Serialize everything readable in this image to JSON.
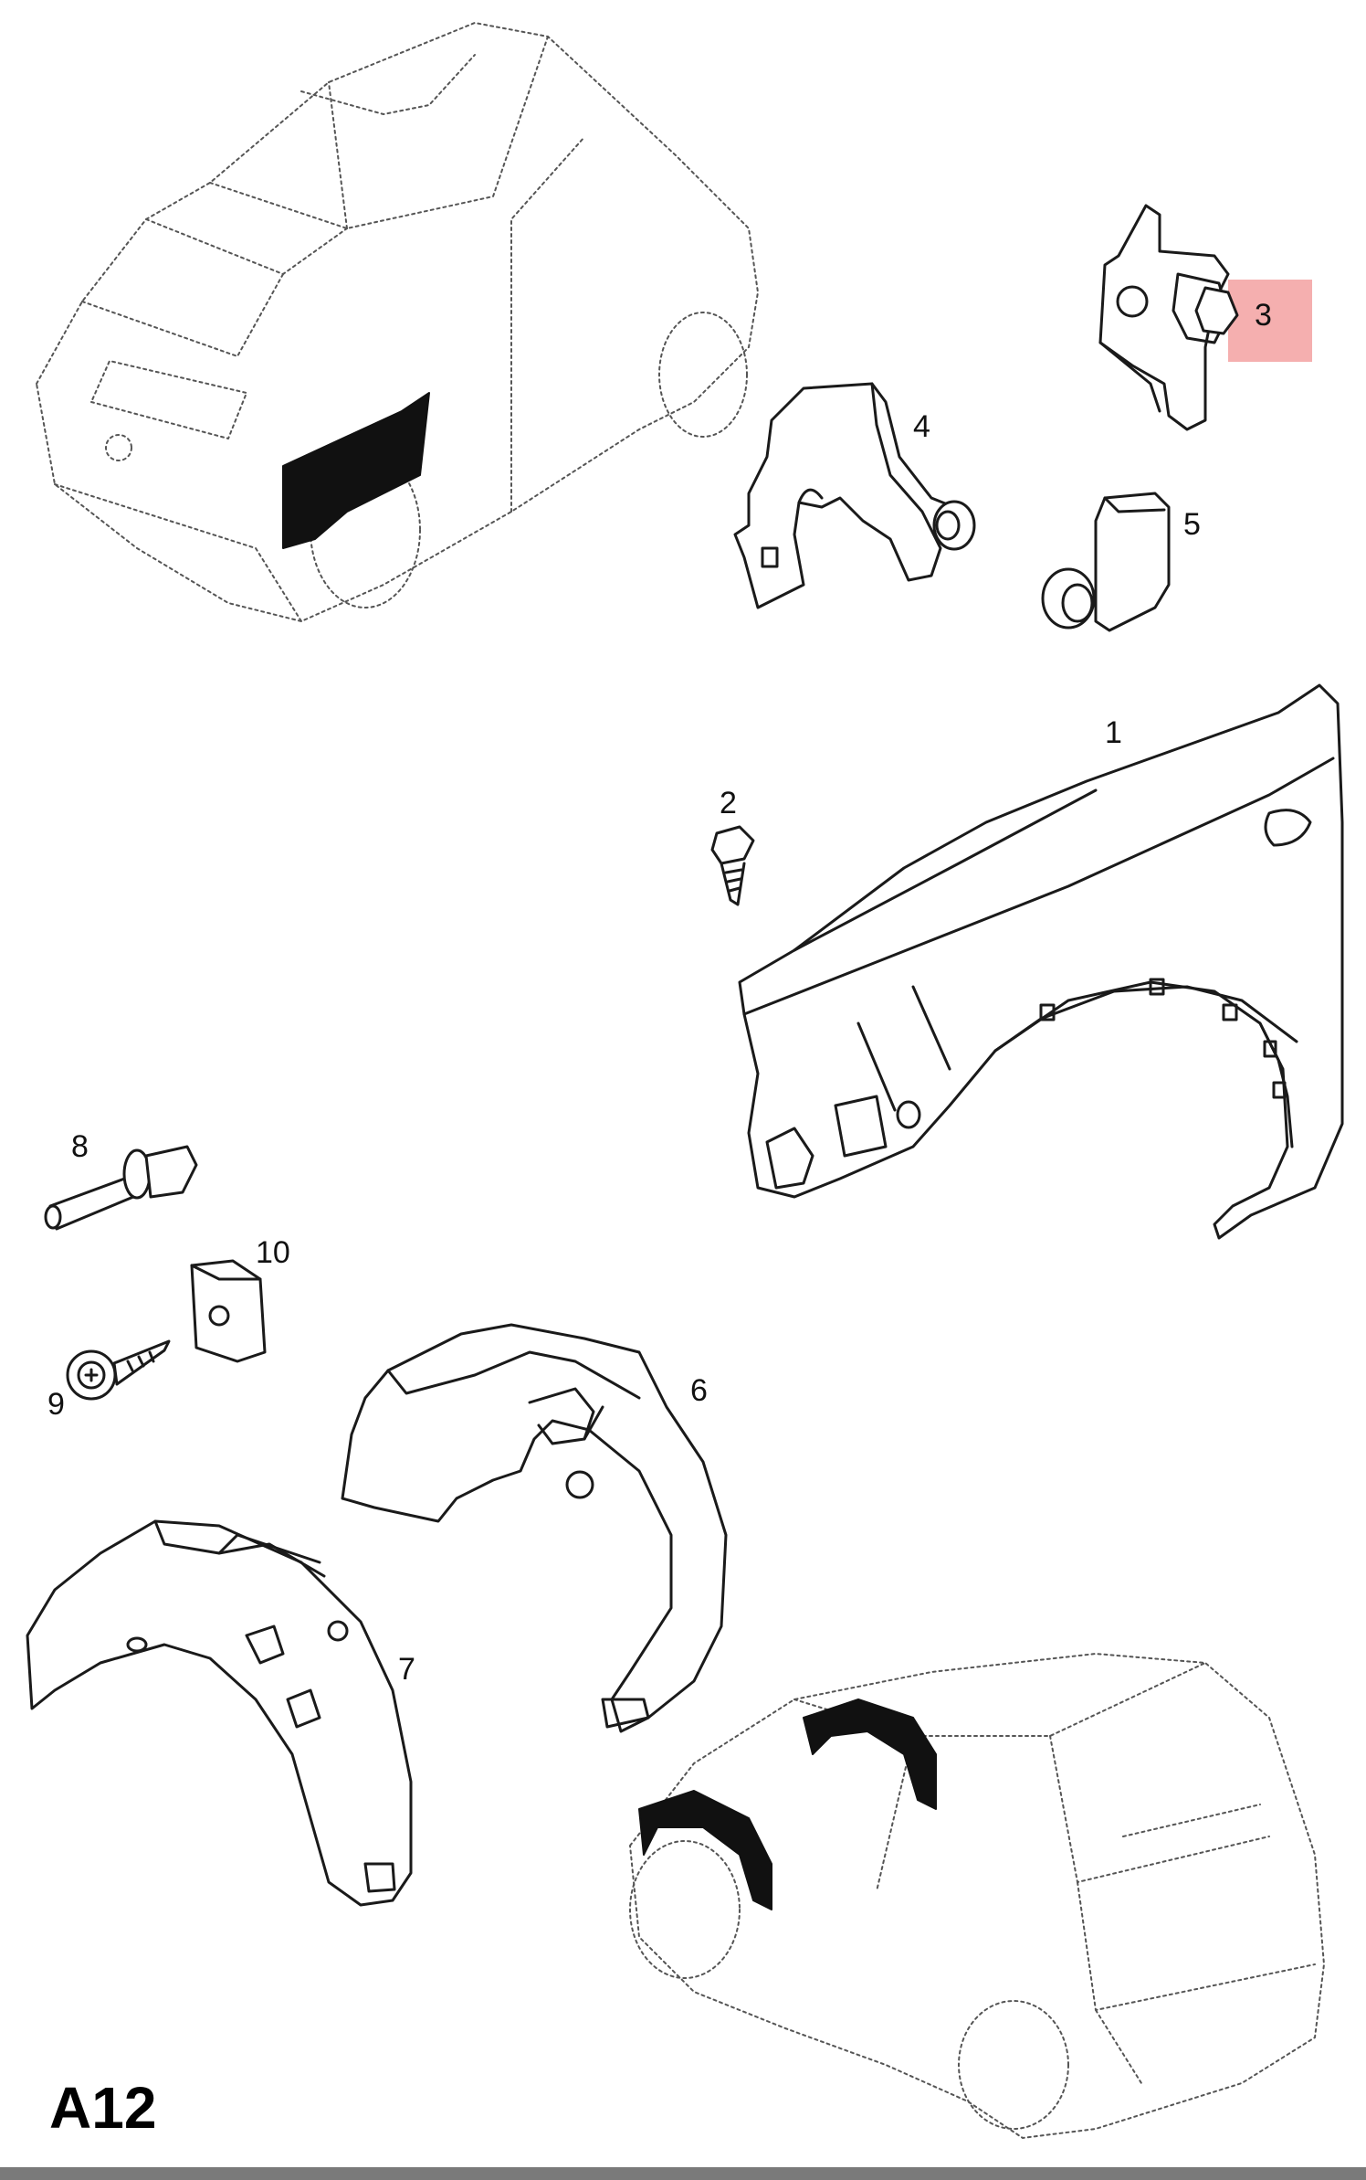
{
  "diagram": {
    "page_code": "A12",
    "highlight_color": "#f4a6a6",
    "highlighted_part": "3",
    "callouts": [
      {
        "id": "1",
        "label": "1"
      },
      {
        "id": "2",
        "label": "2"
      },
      {
        "id": "3",
        "label": "3"
      },
      {
        "id": "4",
        "label": "4"
      },
      {
        "id": "5",
        "label": "5"
      },
      {
        "id": "6",
        "label": "6"
      },
      {
        "id": "7",
        "label": "7"
      },
      {
        "id": "8",
        "label": "8"
      },
      {
        "id": "9",
        "label": "9"
      },
      {
        "id": "10",
        "label": "10"
      }
    ]
  }
}
